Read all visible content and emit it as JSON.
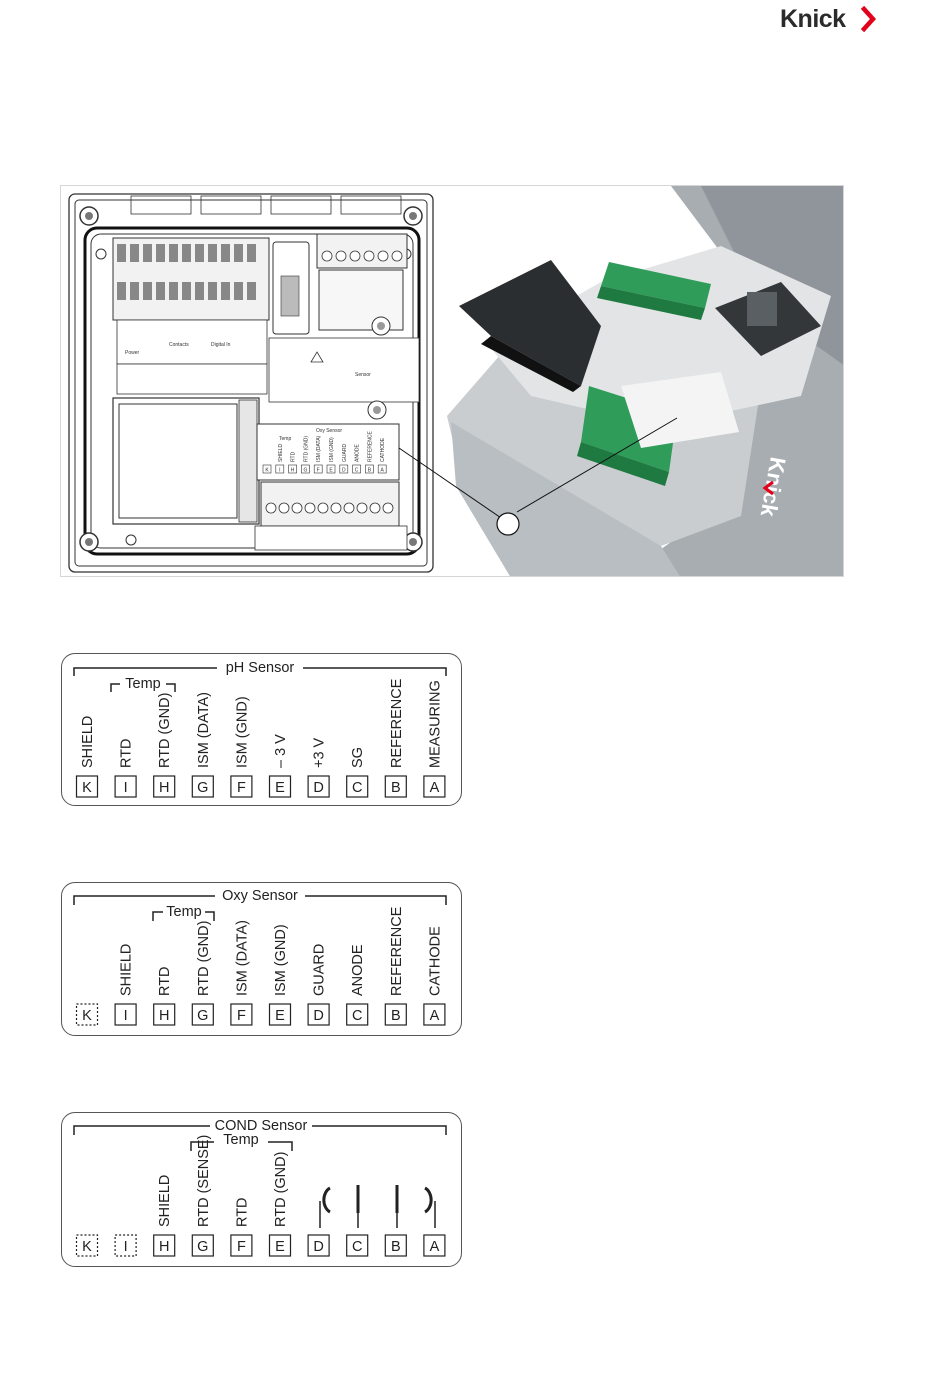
{
  "brand": {
    "name": "Knick",
    "accent": "#e2001a"
  },
  "photo": {
    "oxy_block_title": "Oxy Sensor",
    "oxy_block_temp": "Temp",
    "oxy_block_labels": [
      "SHIELD",
      "RTD",
      "RTD (GND)",
      "ISM (DATA)",
      "ISM (GND)",
      "GUARD",
      "ANODE",
      "REFERENCE",
      "CATHODE"
    ],
    "oxy_block_letters": [
      "K",
      "I",
      "H",
      "G",
      "F",
      "E",
      "D",
      "C",
      "B",
      "A"
    ],
    "sensor_label": "Sensor",
    "power_label": "Power",
    "digital_in_label": "Digital In",
    "contacts_label": "Contacts",
    "housing_brand": "Knick"
  },
  "ph_panel": {
    "title": "pH Sensor",
    "temp": "Temp",
    "labels": [
      "SHIELD",
      "RTD",
      "RTD (GND)",
      "ISM (DATA)",
      "ISM (GND)",
      "– 3 V",
      "+3 V",
      "SG",
      "REFERENCE",
      "MEASURING"
    ],
    "letters": [
      "K",
      "I",
      "H",
      "G",
      "F",
      "E",
      "D",
      "C",
      "B",
      "A"
    ]
  },
  "oxy_panel": {
    "title": "Oxy Sensor",
    "temp": "Temp",
    "labels": [
      "",
      "SHIELD",
      "RTD",
      "RTD (GND)",
      "ISM (DATA)",
      "ISM (GND)",
      "GUARD",
      "ANODE",
      "REFERENCE",
      "CATHODE"
    ],
    "letters": [
      "K",
      "I",
      "H",
      "G",
      "F",
      "E",
      "D",
      "C",
      "B",
      "A"
    ]
  },
  "cond_panel": {
    "title": "COND Sensor",
    "temp": "Temp",
    "labels": [
      "",
      "",
      "SHIELD",
      "RTD (SENSE)",
      "RTD",
      "RTD (GND)",
      "",
      "",
      "",
      ""
    ],
    "letters": [
      "K",
      "I",
      "H",
      "G",
      "F",
      "E",
      "D",
      "C",
      "B",
      "A"
    ]
  }
}
